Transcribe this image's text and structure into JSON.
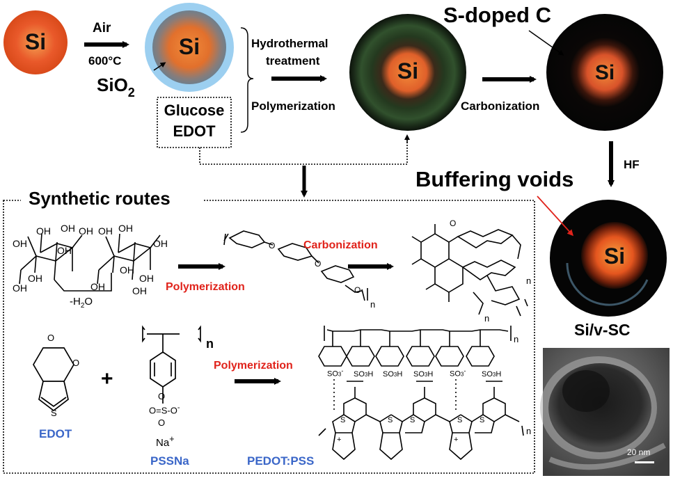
{
  "top": {
    "si_label": "Si",
    "arrow1_top": "Air",
    "arrow1_bottom": "600°C",
    "sio2_prefix": "SiO",
    "sio2_sub": "2",
    "precursor_line1": "Glucose",
    "precursor_line2": "EDOT",
    "hydro_line1": "Hydrothermal",
    "hydro_line2": "treatment",
    "polymerization": "Polymerization",
    "carbonization": "Carbonization",
    "s_doped_c": "S-doped C",
    "hf": "HF",
    "buffering_voids": "Buffering voids",
    "product": "Si/v-SC",
    "scale_bar": "20 nm"
  },
  "routes": {
    "title": "Synthetic routes",
    "glucose_water": "-H",
    "glucose_water_sub": "2",
    "glucose_water_end": "O",
    "polymerization_1": "Polymerization",
    "carbonization": "Carbonization",
    "edot": "EDOT",
    "pssna": "PSSNa",
    "pedot_pss": "PEDOT:PSS",
    "polymerization_2": "Polymerization",
    "na_plus": "Na",
    "plus_sign": "+",
    "subscript_n": "n",
    "oh": "OH",
    "so3h": "SO",
    "so3_sub": "3",
    "h": "H",
    "s": "S",
    "o": "O"
  },
  "colors": {
    "si_core": "#e8531e",
    "sio2_shell": "#8fc6e8",
    "carbon_shell": "#0b0f0a",
    "green_shell": "#2c4a2a",
    "accent_red": "#e0231b",
    "accent_blue": "#3a66c8"
  }
}
